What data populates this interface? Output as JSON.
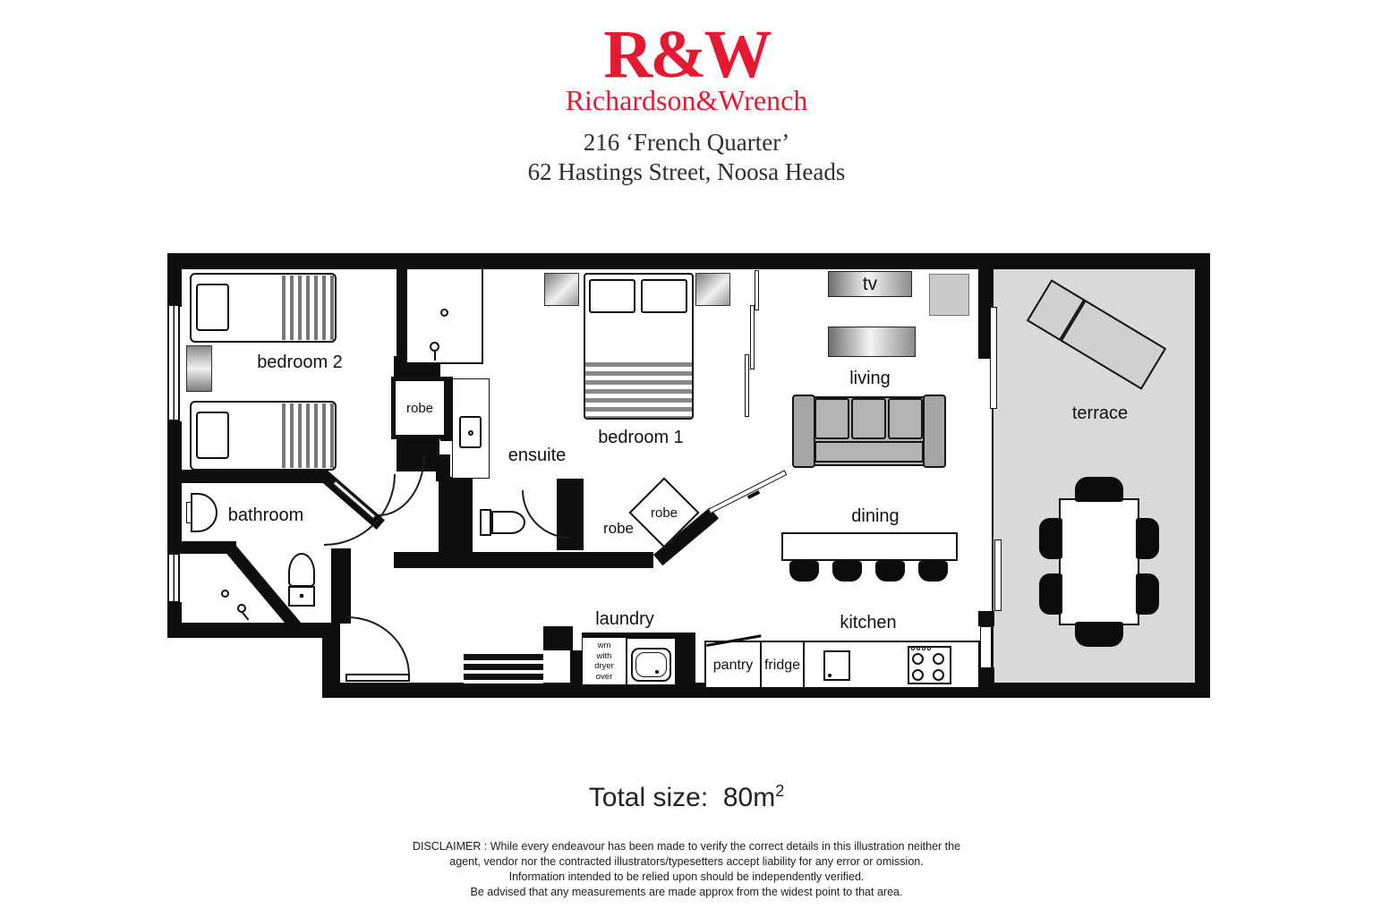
{
  "colors": {
    "brand_red": "#e51a32",
    "wall_black": "#0e0e0e",
    "terrace_gray": "#d9d9d9",
    "furniture_gray": "#b3b3b3"
  },
  "header": {
    "logo": "R&W",
    "brand": "Richardson&Wrench",
    "address_line1": "216 ‘French Quarter’",
    "address_line2": "62 Hastings Street, Noosa Heads"
  },
  "plan": {
    "labels": {
      "bedroom2": "bedroom 2",
      "bedroom1": "bedroom 1",
      "ensuite": "ensuite",
      "bathroom": "bathroom",
      "robe_hall": "robe",
      "robe_plain": "robe",
      "robe_diamond": "robe",
      "laundry": "laundry",
      "living": "living",
      "dining": "dining",
      "kitchen": "kitchen",
      "terrace": "terrace",
      "tv": "tv",
      "pantry": "pantry",
      "fridge": "fridge",
      "wm_line1": "wm",
      "wm_line2": "with",
      "wm_line3": "dryer",
      "wm_line4": "over"
    }
  },
  "footer": {
    "total_label": "Total size:",
    "total_value": "80m",
    "total_sup": "2",
    "disclaimer": [
      "DISCLAIMER : While every endeavour has been made to verify the correct details in this illustration neither the",
      "agent, vendor nor the contracted illustrators/typesetters accept liability for any error or omission.",
      "Information intended to be relied upon should be independently verified.",
      "Be advised that any measurements are made approx from the widest point to that area."
    ]
  }
}
